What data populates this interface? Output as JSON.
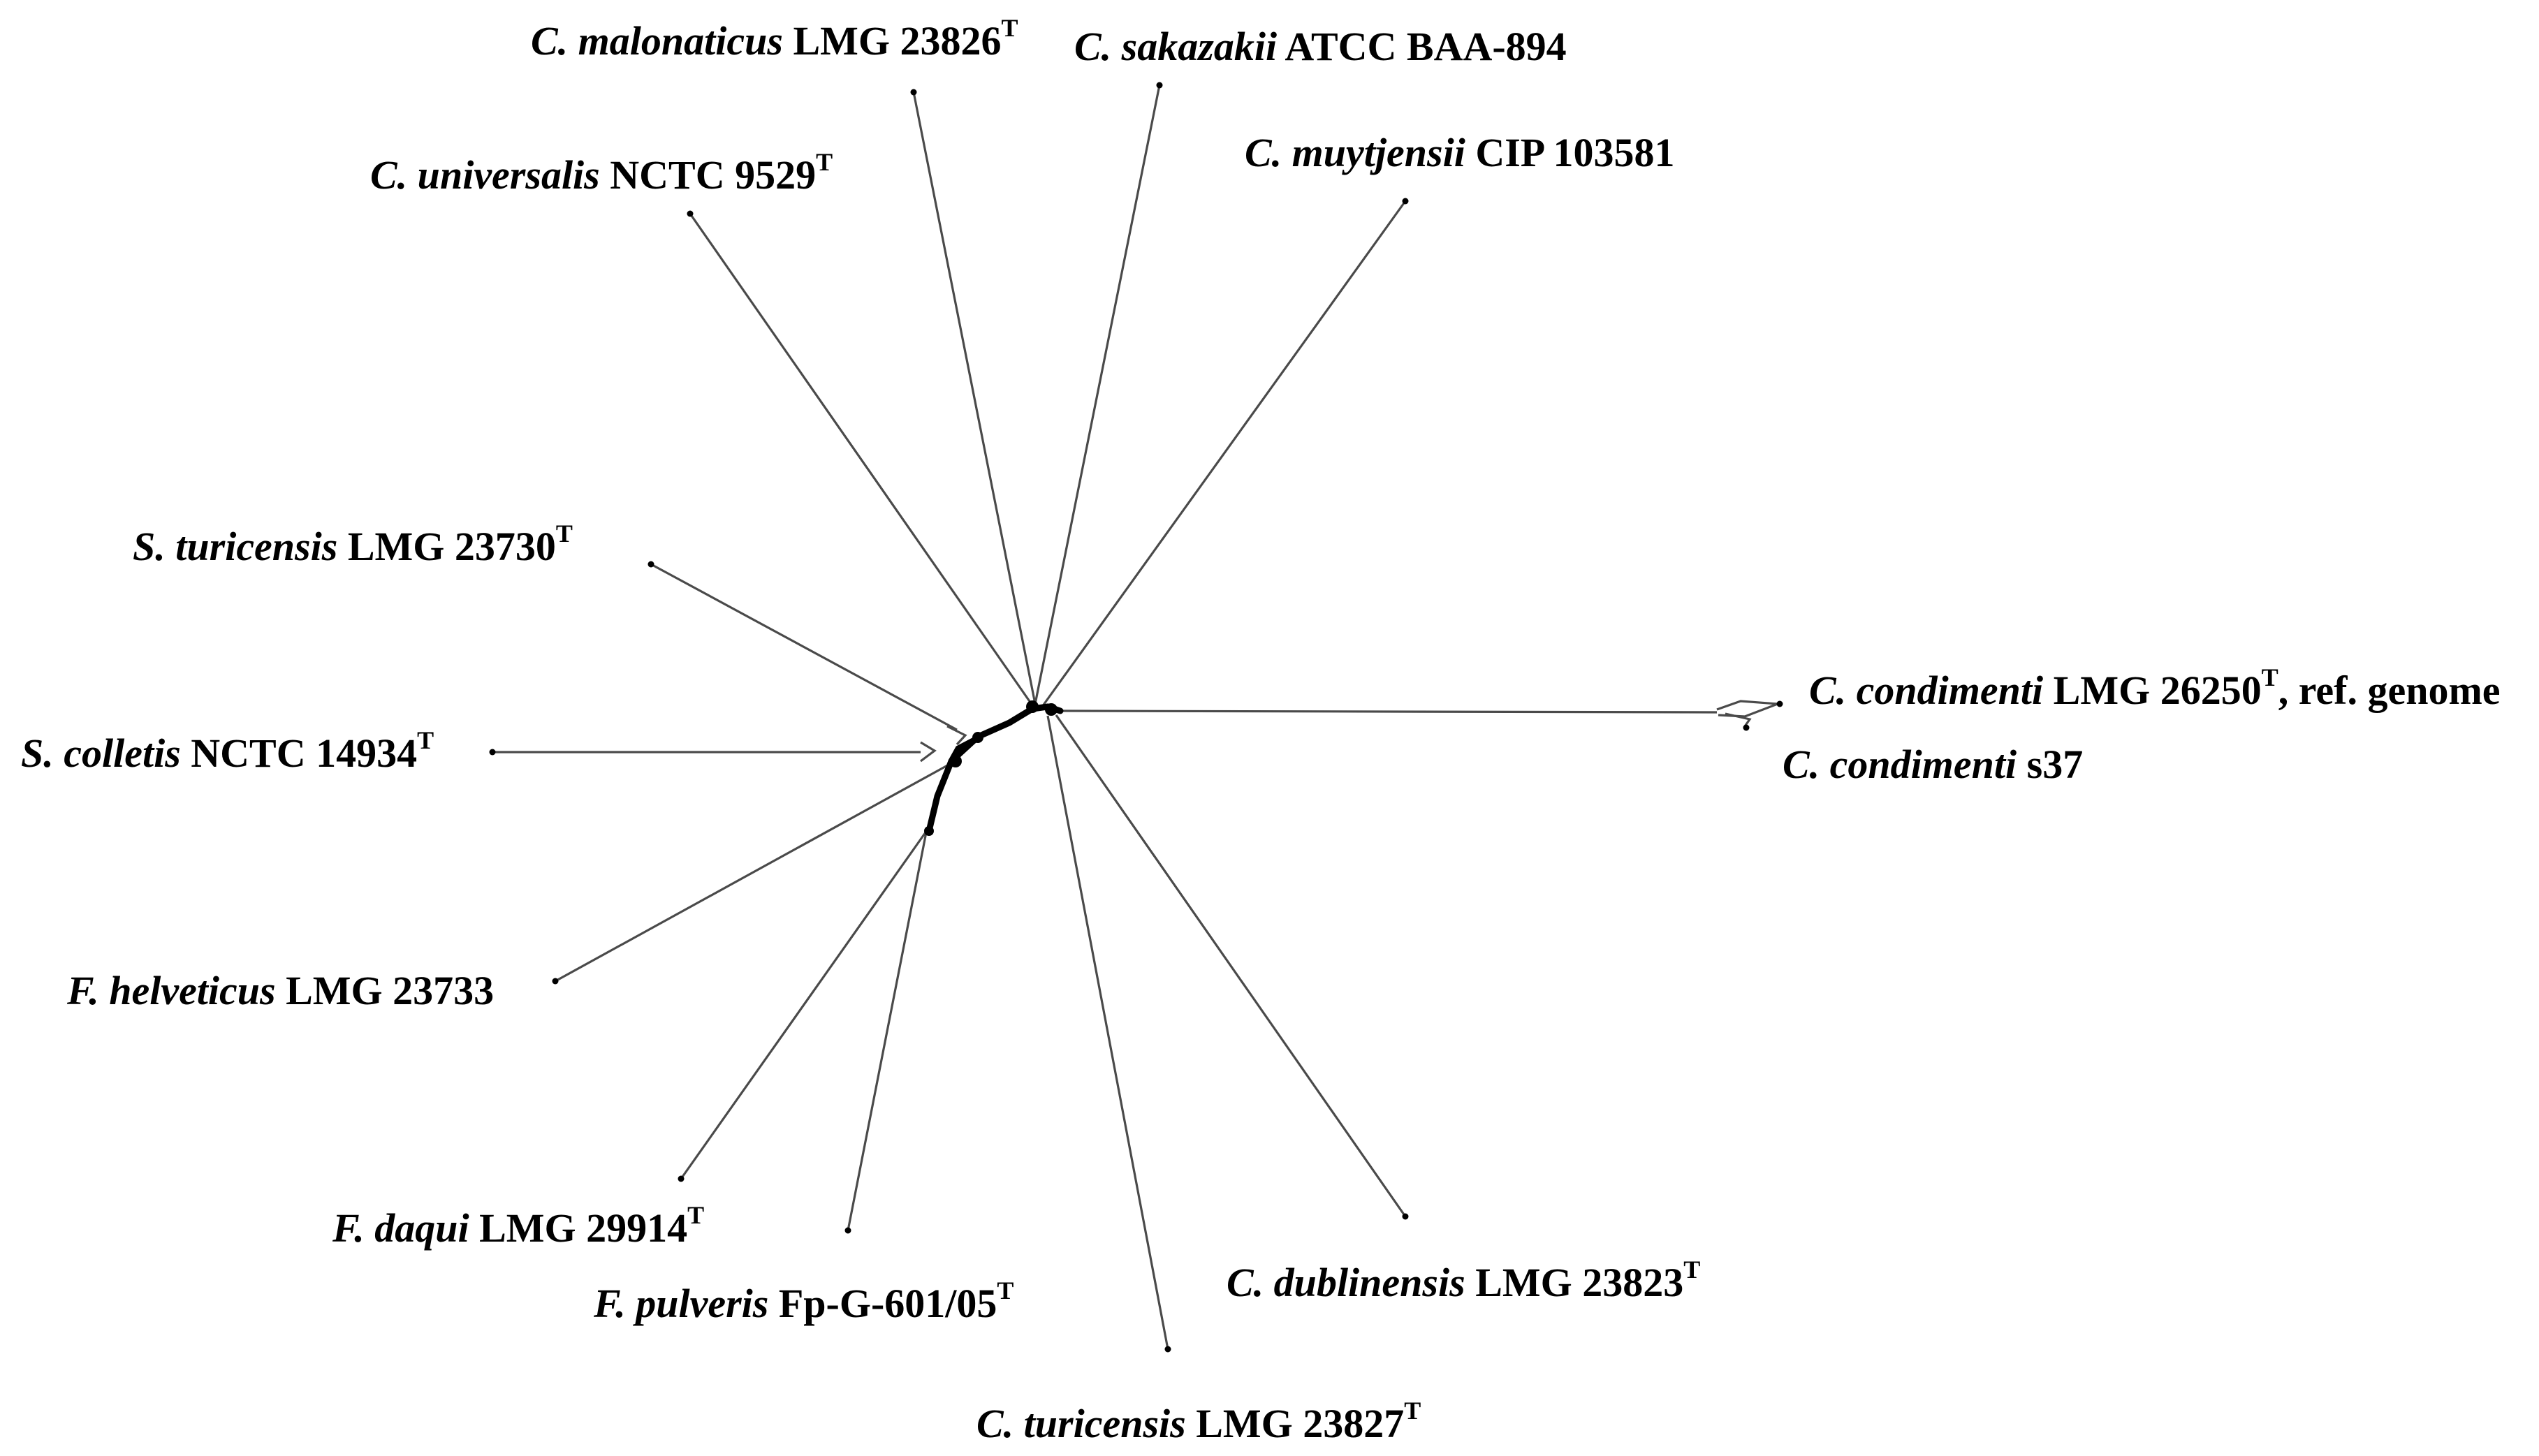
{
  "diagram_type": "unrooted phylogenetic network",
  "colors": {
    "branch": "#4a4a4a",
    "core": "#000000",
    "text": "#000000"
  },
  "taxa": [
    {
      "id": "malonaticus",
      "species": "C. malonaticus",
      "strain": "LMG 23826",
      "sup": "T",
      "suffix": ""
    },
    {
      "id": "sakazakii",
      "species": "C. sakazakii",
      "strain": "ATCC BAA-894",
      "sup": "",
      "suffix": ""
    },
    {
      "id": "muytjensii",
      "species": "C. muytjensii",
      "strain": "CIP 103581",
      "sup": "",
      "suffix": ""
    },
    {
      "id": "universalis",
      "species": "C. universalis",
      "strain": "NCTC 9529",
      "sup": "T",
      "suffix": ""
    },
    {
      "id": "s-turicensis",
      "species": "S. turicensis",
      "strain": "LMG 23730",
      "sup": "T",
      "suffix": ""
    },
    {
      "id": "colletis",
      "species": "S. colletis",
      "strain": "NCTC 14934",
      "sup": "T",
      "suffix": ""
    },
    {
      "id": "condimenti-ref",
      "species": "C. condimenti",
      "strain": "LMG 26250",
      "sup": "T",
      "suffix": ", ref. genome"
    },
    {
      "id": "condimenti-s37",
      "species": "C. condimenti",
      "strain": "s37",
      "sup": "",
      "suffix": ""
    },
    {
      "id": "helveticus",
      "species": "F. helveticus",
      "strain": "LMG 23733",
      "sup": "",
      "suffix": ""
    },
    {
      "id": "daqui",
      "species": "F. daqui",
      "strain": "LMG 29914",
      "sup": "T",
      "suffix": ""
    },
    {
      "id": "pulveris",
      "species": "F. pulveris",
      "strain": "Fp-G-601/05",
      "sup": "T",
      "suffix": ""
    },
    {
      "id": "dublinensis",
      "species": "C. dublinensis",
      "strain": "LMG 23823",
      "sup": "T",
      "suffix": ""
    },
    {
      "id": "c-turicensis",
      "species": "C. turicensis",
      "strain": "LMG 23827",
      "sup": "T",
      "suffix": ""
    }
  ]
}
